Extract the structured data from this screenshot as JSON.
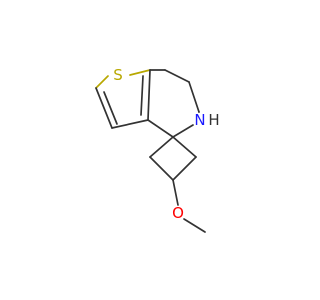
{
  "molecule": {
    "atoms": {
      "sulfur": {
        "label": "S",
        "color": "#b8a800"
      },
      "nitrogen": {
        "label": "N",
        "color": "#1a1aff"
      },
      "hydrogen": {
        "label": "H",
        "color": "#333333"
      },
      "oxygen": {
        "label": "O",
        "color": "#ff0000"
      }
    },
    "bond_color": "#333333"
  }
}
